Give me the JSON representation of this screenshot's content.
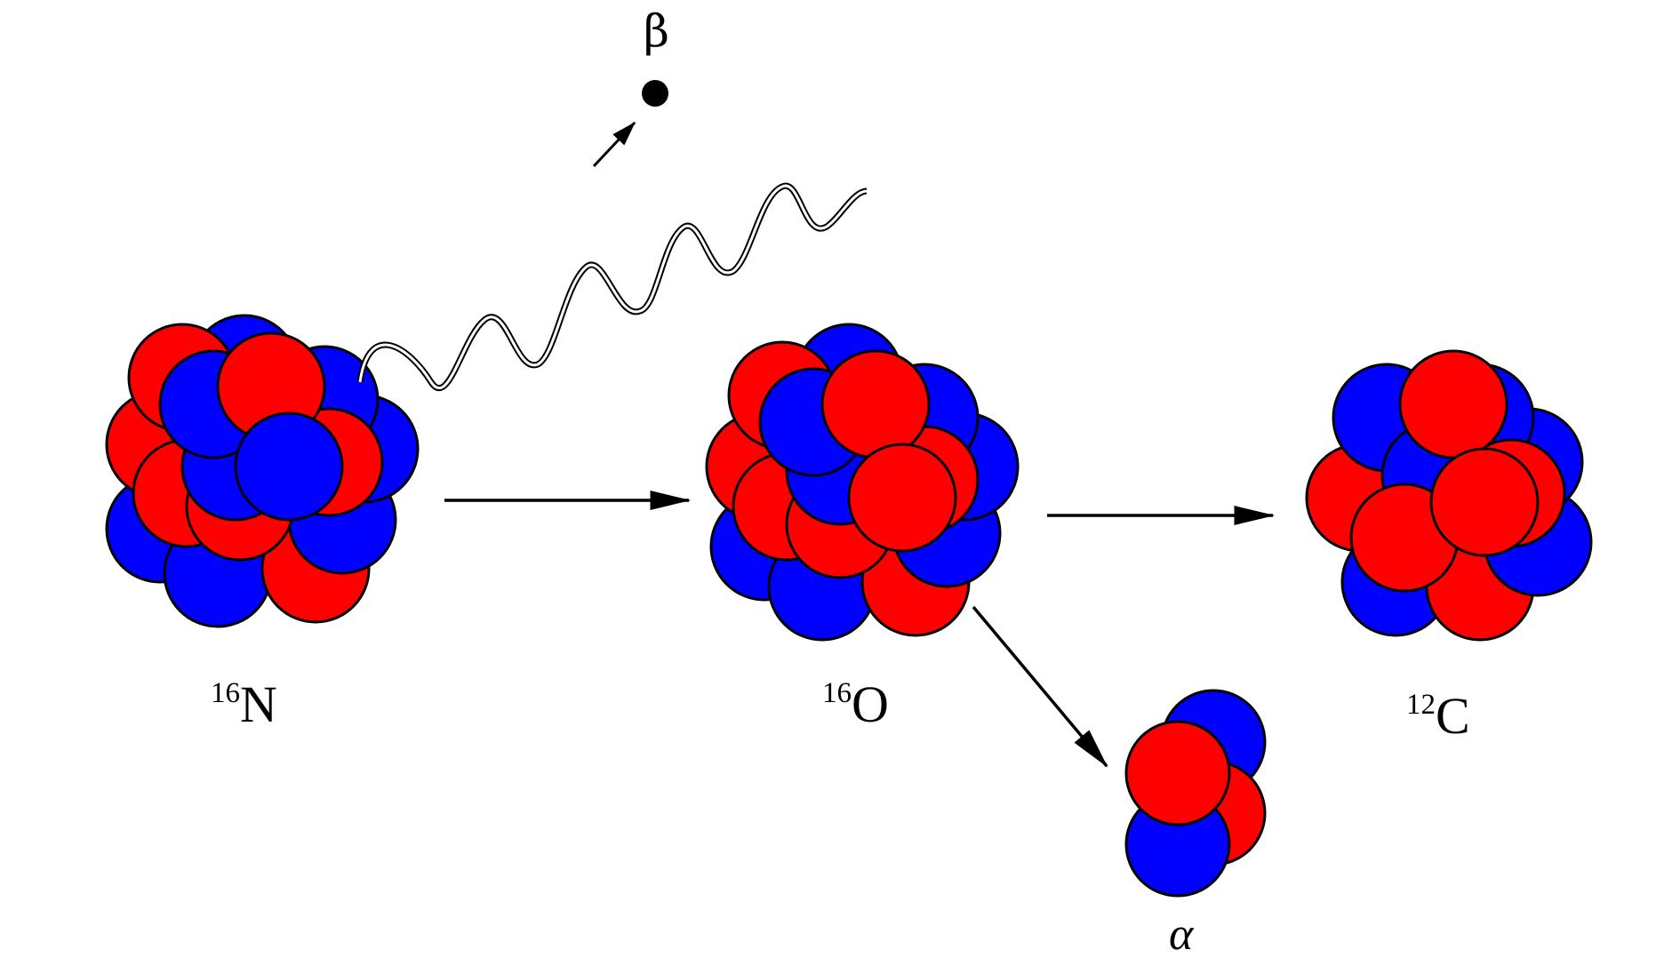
{
  "colors": {
    "proton": "#ff0000",
    "neutron": "#0000ff",
    "outline": "#000000",
    "background": "#ffffff"
  },
  "labels": {
    "n16": {
      "mass": "16",
      "symbol": "N"
    },
    "o16": {
      "mass": "16",
      "symbol": "O"
    },
    "c12": {
      "mass": "12",
      "symbol": "C"
    },
    "beta": "β",
    "alpha": "α"
  }
}
